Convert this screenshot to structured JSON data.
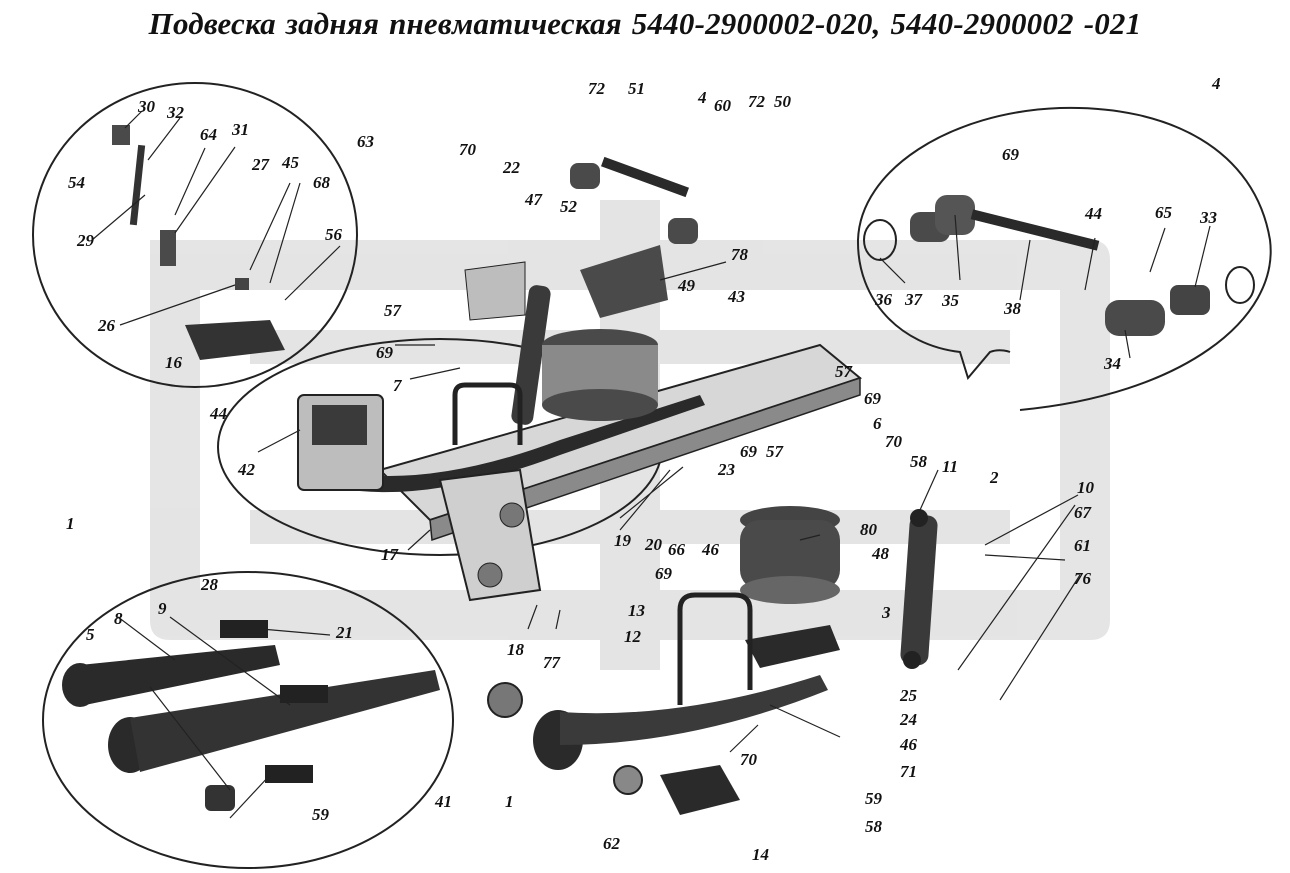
{
  "title": "Подвеска задняя пневматическая 5440-2900002-020,  5440-2900002 -021",
  "labels": {
    "l1a": "1",
    "l1b": "1",
    "l2": "2",
    "l3": "3",
    "l4a": "4",
    "l4b": "4",
    "l5": "5",
    "l6": "6",
    "l7": "7",
    "l8": "8",
    "l9": "9",
    "l10": "10",
    "l11": "11",
    "l12": "12",
    "l13": "13",
    "l14": "14",
    "l16": "16",
    "l17": "17",
    "l18": "18",
    "l19": "19",
    "l20": "20",
    "l21": "21",
    "l22": "22",
    "l23": "23",
    "l24": "24",
    "l25": "25",
    "l26": "26",
    "l27": "27",
    "l28": "28",
    "l29": "29",
    "l30": "30",
    "l31": "31",
    "l32": "32",
    "l33": "33",
    "l34": "34",
    "l35": "35",
    "l36": "36",
    "l37": "37",
    "l38": "38",
    "l41": "41",
    "l42": "42",
    "l43": "43",
    "l44a": "44",
    "l44b": "44",
    "l45": "45",
    "l46a": "46",
    "l46b": "46",
    "l47": "47",
    "l48": "48",
    "l49": "49",
    "l50": "50",
    "l51": "51",
    "l52": "52",
    "l54": "54",
    "l56": "56",
    "l57a": "57",
    "l57b": "57",
    "l57c": "57",
    "l58a": "58",
    "l58b": "58",
    "l59a": "59",
    "l59b": "59",
    "l60": "60",
    "l61": "61",
    "l62": "62",
    "l63": "63",
    "l64": "64",
    "l65": "65",
    "l66": "66",
    "l67": "67",
    "l68": "68",
    "l69a": "69",
    "l69b": "69",
    "l69c": "69",
    "l69d": "69",
    "l69e": "69",
    "l70a": "70",
    "l70b": "70",
    "l70c": "70",
    "l71": "71",
    "l72a": "72",
    "l72b": "72",
    "l76": "76",
    "l77": "77",
    "l78": "78",
    "l80": "80"
  }
}
